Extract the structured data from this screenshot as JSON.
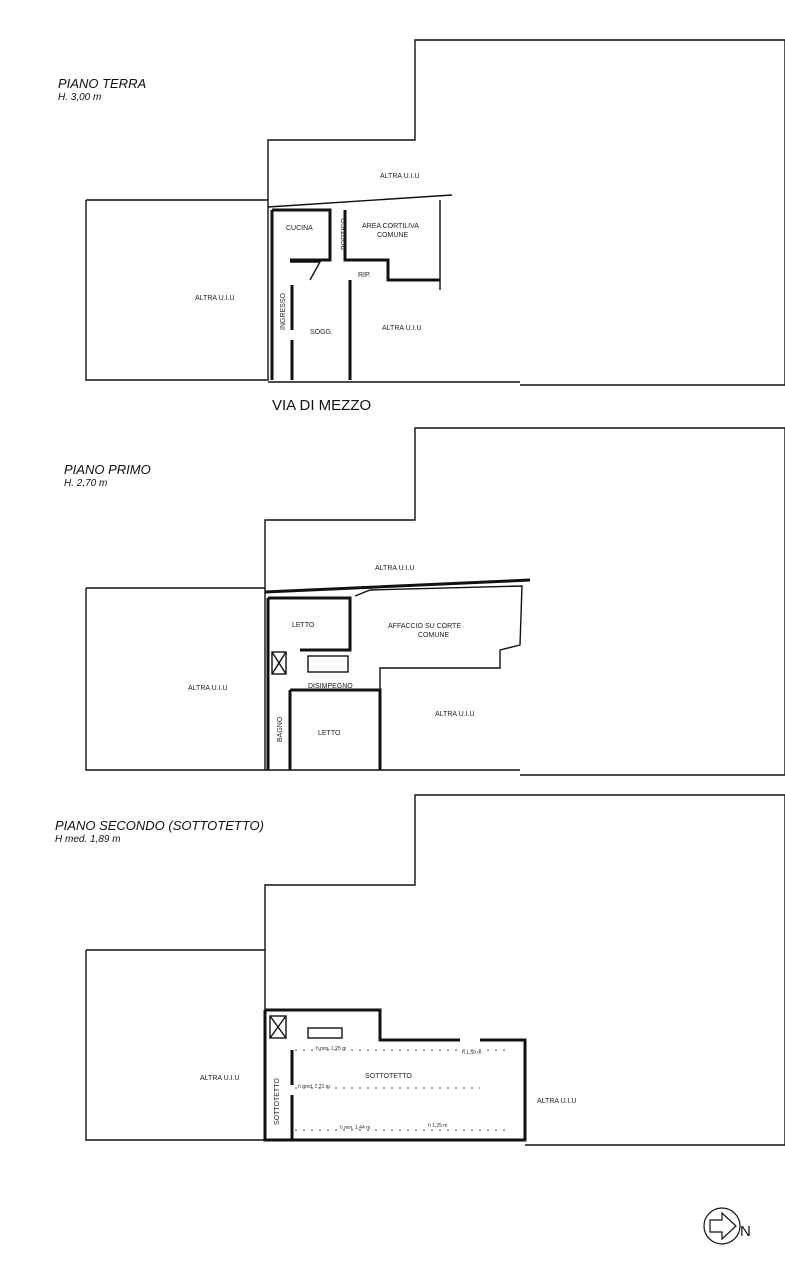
{
  "ground": {
    "title": "PIANO TERRA",
    "height": "H. 3,00 m",
    "labels": {
      "altra1": "ALTRA U.I.U",
      "altra2": "ALTRA U.I.U",
      "altra3": "ALTRA U.I.U",
      "cucina": "CUCINA",
      "portico": "PORTICO",
      "area1": "AREA CORTILIVA",
      "area2": "COMUNE",
      "rip": "RIP.",
      "ingresso": "INGRESSO",
      "sogg": "SOGG."
    },
    "street": "VIA DI MEZZO"
  },
  "first": {
    "title": "PIANO PRIMO",
    "height": "H. 2,70 m",
    "labels": {
      "altra1": "ALTRA U.I.U",
      "altra2": "ALTRA U.I.U",
      "altra3": "ALTRA U.I.U",
      "letto1": "LETTO",
      "affaccio1": "AFFACCIO SU CORTE",
      "affaccio2": "COMUNE",
      "disimpegno": "DISIMPEGNO",
      "bagno": "BAGNO",
      "letto2": "LETTO"
    }
  },
  "second": {
    "title": "PIANO SECONDO (SOTTOTETTO)",
    "height": "H med. 1,89 m",
    "labels": {
      "altra1": "ALTRA U.I.U",
      "altra2": "ALTRA U.I.U",
      "sottotetto1": "SOTTOTETTO",
      "sottotetto2": "SOTTOTETTO",
      "h1": "h min. 1,25 m",
      "h2": "h med. 2,21 m",
      "h3": "h 1,50 m",
      "h4": "h min. 1,44 m",
      "h5": "h 1,25 m"
    }
  },
  "north": "N"
}
